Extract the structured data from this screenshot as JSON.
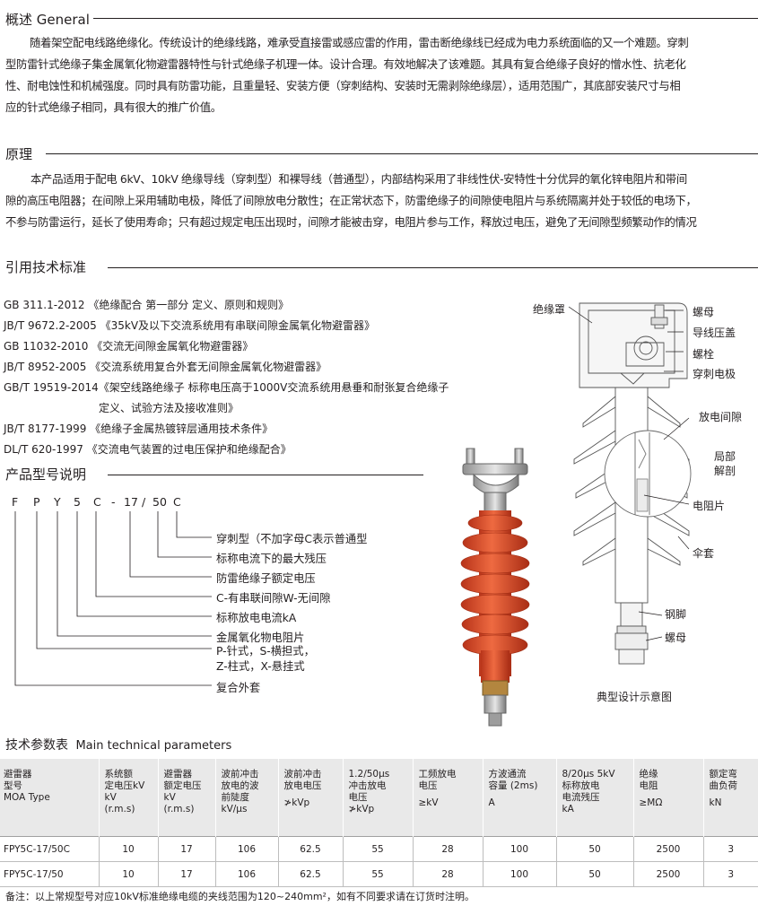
{
  "general": {
    "title": "概述 General",
    "lines": [
      "随着架空配电线路绝缘化。传统设计的绝缘线路，难承受直接雷或感应雷的作用，雷击断绝缘线已经成为电力系统面临的又一个难题。穿刺",
      "型防雷针式绝缘子集金属氧化物避雷器特性与针式绝缘子机理一体。设计合理。有效地解决了该难题。其具有复合绝缘子良好的憎水性、抗老化",
      "性、耐电蚀性和机械强度。同时具有防雷功能，且重量轻、安装方便（穿刺结构、安装时无需剥除绝缘层），适用范围广，其底部安装尺寸与相",
      "应的针式绝缘子相同，具有很大的推广价值。"
    ]
  },
  "principle": {
    "title": "原理",
    "lines": [
      "本产品适用于配电 6kV、10kV 绝缘导线（穿刺型）和裸导线（普通型），内部结构采用了非线性伏-安特性十分优异的氧化锌电阻片和带间",
      "隙的高压电阻器；在间隙上采用辅助电极，降低了间隙放电分散性；在正常状态下，防雷绝缘子的间隙使电阻片与系统隔离并处于较低的电场下，",
      "不参与防雷运行，延长了使用寿命；只有超过规定电压出现时，间隙才能被击穿，电阻片参与工作，释放过电压，避免了无间隙型频繁动作的情况"
    ]
  },
  "standards": {
    "title": "引用技术标准",
    "items": [
      "GB 311.1-2012 《绝缘配合 第一部分 定义、原则和规则》",
      "JB/T 9672.2-2005 《35kV及以下交流系统用有串联间隙金属氧化物避雷器》",
      "GB 11032-2010 《交流无间隙金属氧化物避雷器》",
      "JB/T 8952-2005 《交流系统用复合外套无间隙金属氧化物避雷器》",
      "GB/T 19519-2014《架空线路绝缘子 标称电压高于1000V交流系统用悬垂和耐张复合绝缘子",
      "定义、试验方法及接收准则》",
      "JB/T 8177-1999 《绝缘子金属热镀锌层通用技术条件》",
      "DL/T 620-1997 《交流电气装置的过电压保护和绝缘配合》"
    ]
  },
  "model": {
    "title": "产品型号说明",
    "code": [
      "F",
      "P",
      "Y",
      "5",
      "C",
      "-",
      "17",
      "/",
      "50",
      "C"
    ],
    "labels": [
      "穿刺型（不加字母C表示普通型",
      "标称电流下的最大残压",
      "防雷绝缘子额定电压",
      "C-有串联间隙W-无间隙",
      "标称放电电流kA",
      "金属氧化物电阻片",
      "P-针式，S-横担式，",
      "Z-柱式，X-悬挂式",
      "复合外套"
    ]
  },
  "diagram": {
    "labels": {
      "insulating_cover": "绝缘罩",
      "nut_top": "螺母",
      "clamp_cover": "导线压盖",
      "bolt": "螺栓",
      "piercing_electrode": "穿刺电极",
      "discharge_gap": "放电间隙",
      "local_section_1": "局部",
      "local_section_2": "解剖",
      "resistor": "电阻片",
      "umbrella_skirt": "伞套",
      "steel_foot": "钢脚",
      "nut_bottom": "螺母"
    },
    "caption": "典型设计示意图"
  },
  "params": {
    "title_cn": "技术参数表",
    "title_en": "Main technical parameters",
    "headers": [
      [
        "避雷器",
        "型号",
        "MOA Type"
      ],
      [
        "系统额",
        "定电压kV",
        "kV",
        "(r.m.s)"
      ],
      [
        "避雷器",
        "额定电压",
        "kV",
        "(r.m.s)"
      ],
      [
        "波前冲击",
        "放电的波",
        "前陡度",
        "kV/μs"
      ],
      [
        "波前冲击",
        "放电电压",
        "≯kVp"
      ],
      [
        "1.2/50μs",
        "冲击放电",
        "电压",
        "≯kVp"
      ],
      [
        "工频放电",
        "电压",
        "≥kV"
      ],
      [
        "方波通流",
        "容量 (2ms)",
        "A"
      ],
      [
        "8/20μs 5kV",
        "标称放电",
        "电流残压",
        "kA"
      ],
      [
        "绝缘",
        "电阻",
        "≥MΩ"
      ],
      [
        "额定弯",
        "曲负荷",
        "kN"
      ]
    ],
    "rows": [
      [
        "FPY5C-17/50C",
        "10",
        "17",
        "106",
        "62.5",
        "55",
        "28",
        "100",
        "50",
        "2500",
        "3"
      ],
      [
        "FPY5C-17/50",
        "10",
        "17",
        "106",
        "62.5",
        "55",
        "28",
        "100",
        "50",
        "2500",
        "3"
      ]
    ],
    "note": "备注：以上常规型号对应10kV标准绝缘电缆的夹线范围为120~240mm²，如有不同要求请在订货时注明。"
  },
  "colors": {
    "insulator_red": "#e4532d",
    "rule": "#231f20",
    "table_header_bg": "#e9e9e9"
  }
}
